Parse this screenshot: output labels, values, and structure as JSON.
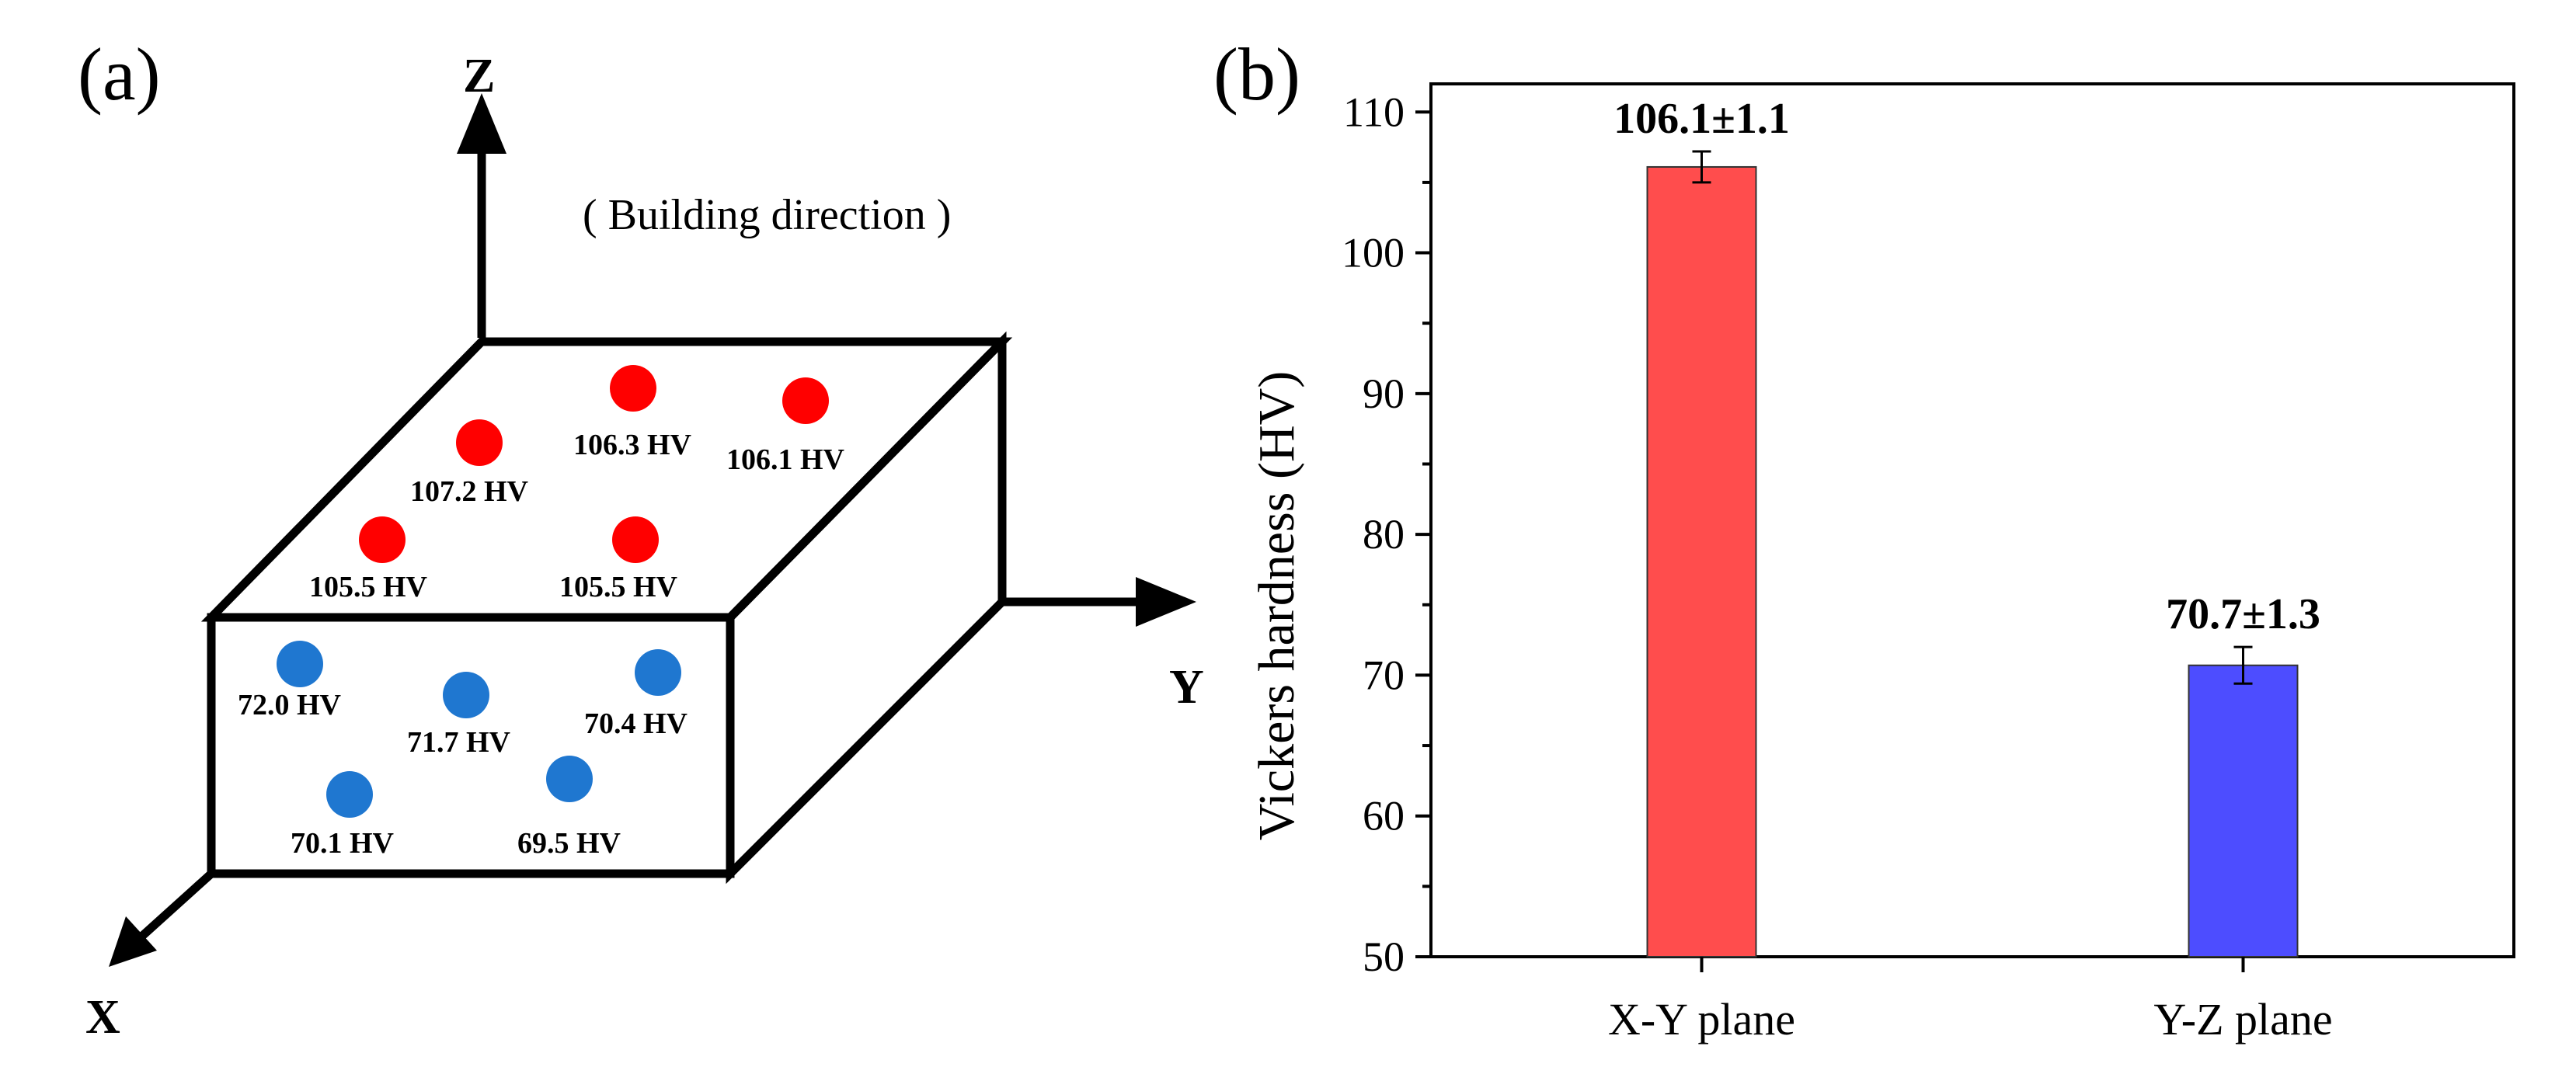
{
  "panel_a": {
    "label": "(a)",
    "axis_z": "Z",
    "axis_y": "Y",
    "axis_x": "X",
    "direction_note": "( Building direction )",
    "top_face_points": [
      "106.3 HV",
      "106.1 HV",
      "107.2 HV",
      "105.5 HV",
      "105.5 HV"
    ],
    "front_face_points": [
      "72.0 HV",
      "71.7 HV",
      "70.4 HV",
      "70.1 HV",
      "69.5 HV"
    ],
    "colors": {
      "top_face_dot": "#ff0000",
      "front_face_dot": "#1f77d0"
    }
  },
  "panel_b": {
    "label": "(b)"
  },
  "chart_data": {
    "type": "bar",
    "categories": [
      "X-Y plane",
      "Y-Z plane"
    ],
    "values": [
      106.1,
      70.7
    ],
    "errors": [
      1.1,
      1.3
    ],
    "data_labels": [
      "106.1±1.1",
      "70.7±1.3"
    ],
    "colors": [
      "#ff4d4d",
      "#4d4dff"
    ],
    "xlabel": "",
    "ylabel": "Vickers hardness (HV)",
    "ylim": [
      50,
      112
    ],
    "yticks": [
      50,
      60,
      70,
      80,
      90,
      100,
      110
    ],
    "ytick_labels": [
      "50",
      "60",
      "70",
      "80",
      "90",
      "100",
      "110"
    ]
  }
}
